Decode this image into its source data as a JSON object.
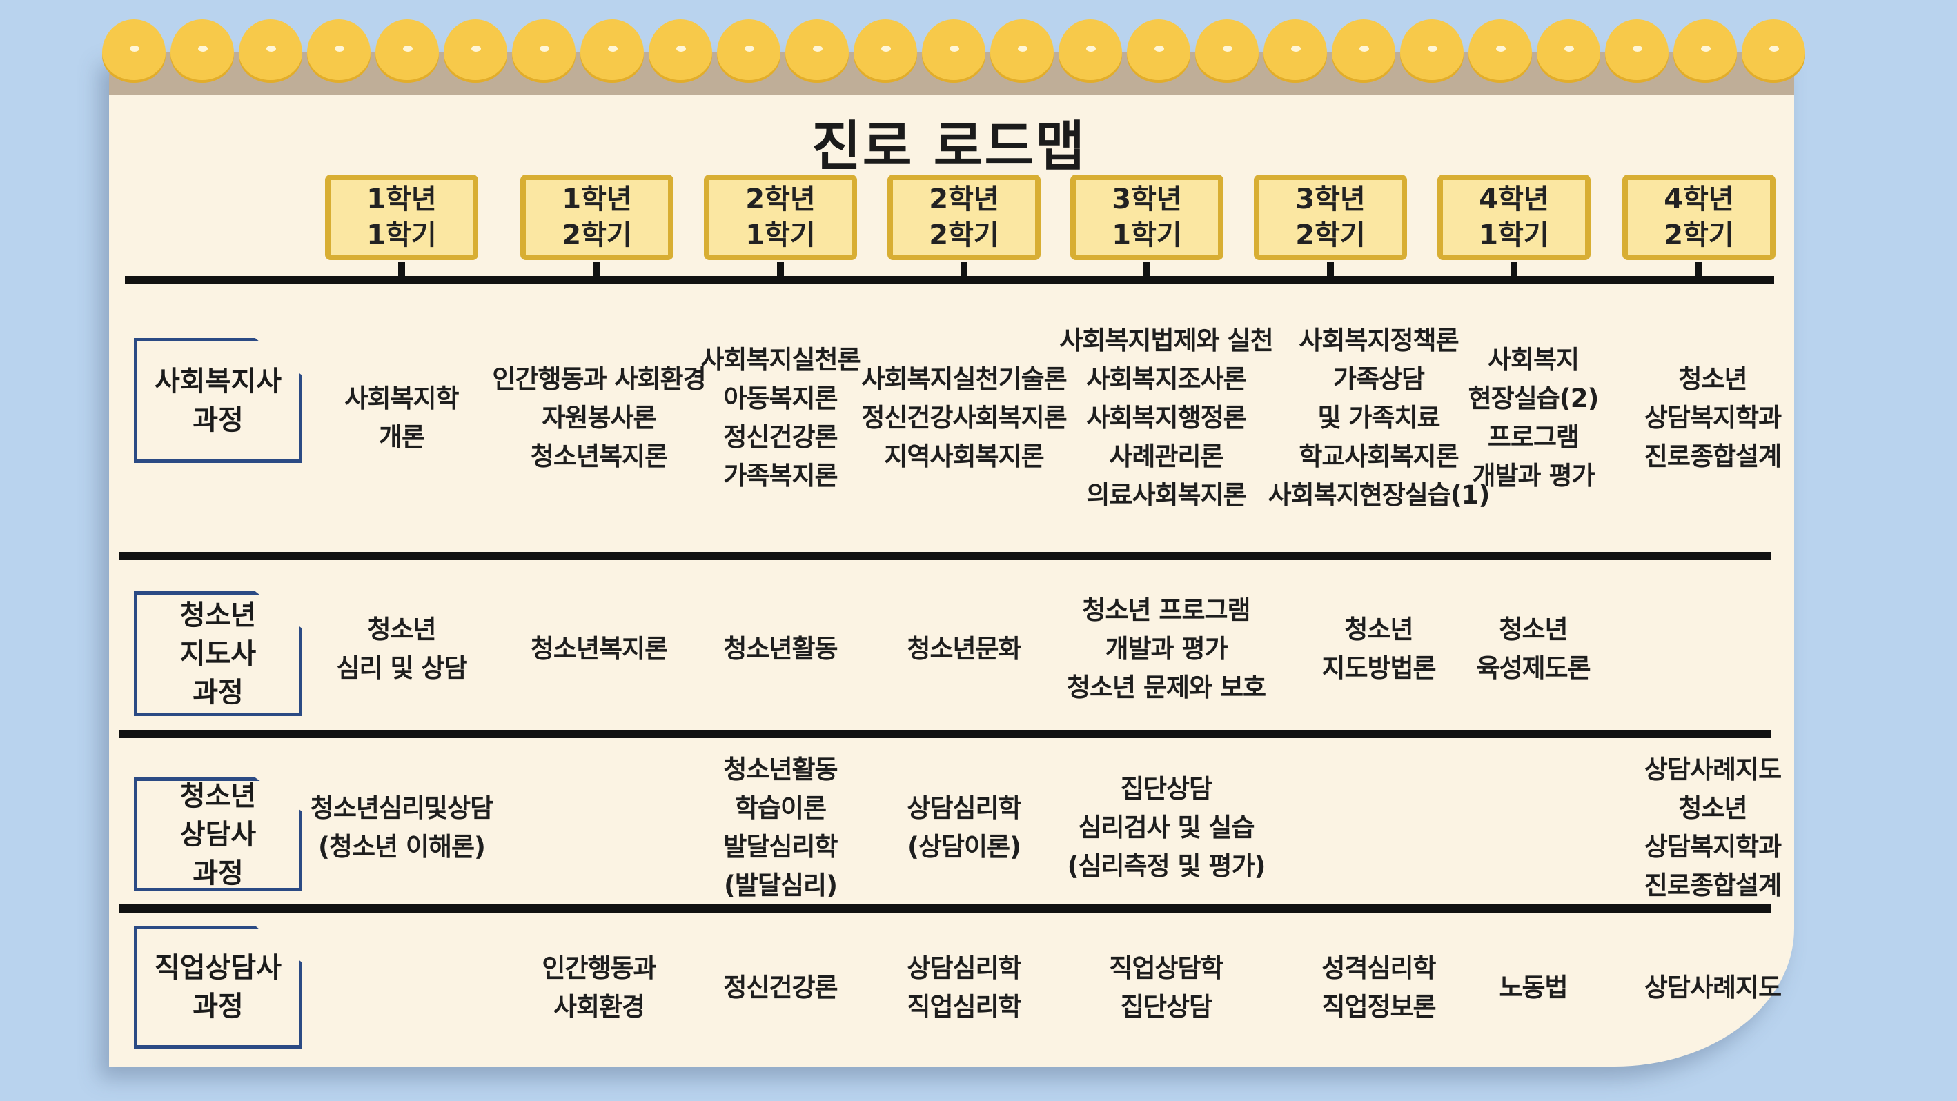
{
  "title": "진로 로드맵",
  "colors": {
    "background": "#b9d3ee",
    "paper": "#fbf3e3",
    "scallop": "#f7c94a",
    "semester_border": "#d8ae33",
    "semester_fill": "#fbe7a2",
    "label_border": "#2b4a84"
  },
  "semesters": [
    {
      "year": "1학년",
      "term": "1학기"
    },
    {
      "year": "1학년",
      "term": "2학기"
    },
    {
      "year": "2학년",
      "term": "1학기"
    },
    {
      "year": "2학년",
      "term": "2학기"
    },
    {
      "year": "3학년",
      "term": "1학기"
    },
    {
      "year": "3학년",
      "term": "2학기"
    },
    {
      "year": "4학년",
      "term": "1학기"
    },
    {
      "year": "4학년",
      "term": "2학기"
    }
  ],
  "tracks": [
    {
      "label": [
        "사회복지사",
        "과정"
      ],
      "courses": [
        [
          "사회복지학",
          "개론"
        ],
        [
          "인간행동과 사회환경",
          "자원봉사론",
          "청소년복지론"
        ],
        [
          "사회복지실천론",
          "아동복지론",
          "정신건강론",
          "가족복지론"
        ],
        [
          "사회복지실천기술론",
          "정신건강사회복지론",
          "지역사회복지론"
        ],
        [
          "사회복지법제와 실천",
          "사회복지조사론",
          "사회복지행정론",
          "사례관리론",
          "의료사회복지론"
        ],
        [
          "사회복지정책론",
          "가족상담",
          "및 가족치료",
          "학교사회복지론",
          "사회복지현장실습(1)"
        ],
        [
          "사회복지",
          "현장실습(2)",
          "프로그램",
          "개발과 평가"
        ],
        [
          "청소년",
          "상담복지학과",
          "진로종합설계"
        ]
      ]
    },
    {
      "label": [
        "청소년",
        "지도사",
        "과정"
      ],
      "courses": [
        [
          "청소년",
          "심리 및 상담"
        ],
        [
          "청소년복지론"
        ],
        [
          "청소년활동"
        ],
        [
          "청소년문화"
        ],
        [
          "청소년 프로그램",
          "개발과 평가",
          "청소년 문제와 보호"
        ],
        [
          "청소년",
          "지도방법론"
        ],
        [
          "청소년",
          "육성제도론"
        ],
        []
      ]
    },
    {
      "label": [
        "청소년",
        "상담사",
        "과정"
      ],
      "courses": [
        [
          "청소년심리및상담",
          "(청소년 이해론)"
        ],
        [],
        [
          "청소년활동",
          "학습이론",
          "발달심리학",
          "(발달심리)"
        ],
        [
          "상담심리학",
          "(상담이론)"
        ],
        [
          "집단상담",
          "심리검사 및 실습",
          "(심리측정 및 평가)"
        ],
        [],
        [],
        [
          "상담사례지도",
          "청소년",
          "상담복지학과",
          "진로종합설계"
        ]
      ]
    },
    {
      "label": [
        "직업상담사",
        "과정"
      ],
      "courses": [
        [],
        [
          "인간행동과",
          "사회환경"
        ],
        [
          "정신건강론"
        ],
        [
          "상담심리학",
          "직업심리학"
        ],
        [
          "직업상담학",
          "집단상담"
        ],
        [
          "성격심리학",
          "직업정보론"
        ],
        [
          "노동법"
        ],
        [
          "상담사례지도"
        ]
      ]
    }
  ]
}
